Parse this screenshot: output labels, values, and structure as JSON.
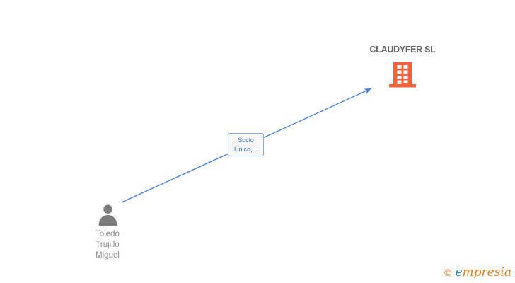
{
  "diagram": {
    "person": {
      "name": "Toledo Trujillo Miguel",
      "icon": "person-icon",
      "icon_color": "#7d7d7d",
      "label_color": "#8a8a8a"
    },
    "company": {
      "name": "CLAUDYFER SL",
      "icon": "building-icon",
      "icon_color": "#f4623a",
      "label_color": "#5f5f5f"
    },
    "edge": {
      "label": "Socio Único,...",
      "direction": "person-to-company",
      "line_color": "#3e7bda",
      "label_text_color": "#3f6fc0",
      "label_border_color": "#85aade",
      "label_background": "#f7f7f7"
    }
  },
  "watermark": {
    "copyright": "©",
    "brand_initial": "e",
    "brand_rest": "mpresia",
    "brand_color_initial": "#2c7f9c",
    "brand_color_rest": "#e8791e"
  }
}
